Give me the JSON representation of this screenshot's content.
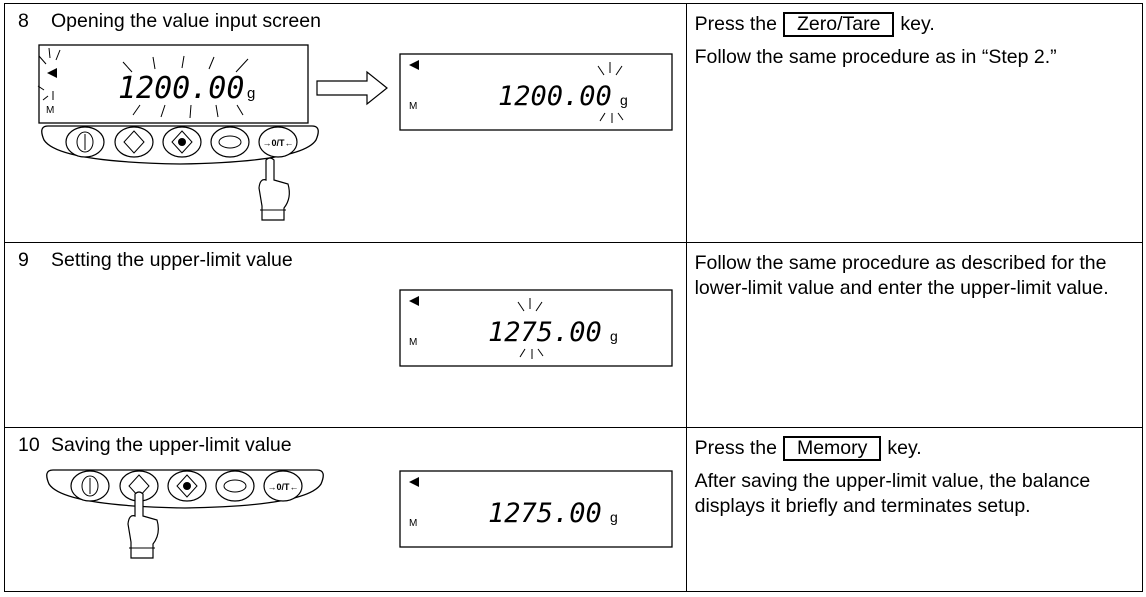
{
  "steps": [
    {
      "number": "8",
      "title": "Opening the value input screen",
      "instructions": [
        {
          "before": "Press the",
          "key": "Zero/Tare",
          "after": "key."
        },
        {
          "text": "Follow the same procedure as in “Step 2.”"
        }
      ],
      "display_before": {
        "value": "1200.00",
        "unit": "g",
        "indicator": "M"
      },
      "display_after": {
        "value": "1200.00",
        "unit": "g",
        "indicator": "M"
      }
    },
    {
      "number": "9",
      "title": "Setting the upper-limit value",
      "instructions": [
        {
          "text": "Follow the same procedure as described for the lower-limit value and enter the upper-limit value."
        }
      ],
      "display": {
        "value": "1275.00",
        "unit": "g",
        "indicator": "M"
      }
    },
    {
      "number": "10",
      "title": "Saving the upper-limit value",
      "instructions": [
        {
          "before": "Press the",
          "key": "Memory",
          "after": "key."
        },
        {
          "text": "After saving the upper-limit value, the balance displays it briefly and terminates setup."
        }
      ],
      "display": {
        "value": "1275.00",
        "unit": "g",
        "indicator": "M"
      }
    }
  ],
  "keypad": {
    "tare_key_label": "→0/T←"
  },
  "icons": [
    "arrow-left-indicator-icon",
    "right-arrow-icon",
    "pressing-hand-icon",
    "power-key-icon",
    "memory-key-icon",
    "target-key-icon",
    "cycle-key-icon",
    "blink-ray-icon"
  ]
}
